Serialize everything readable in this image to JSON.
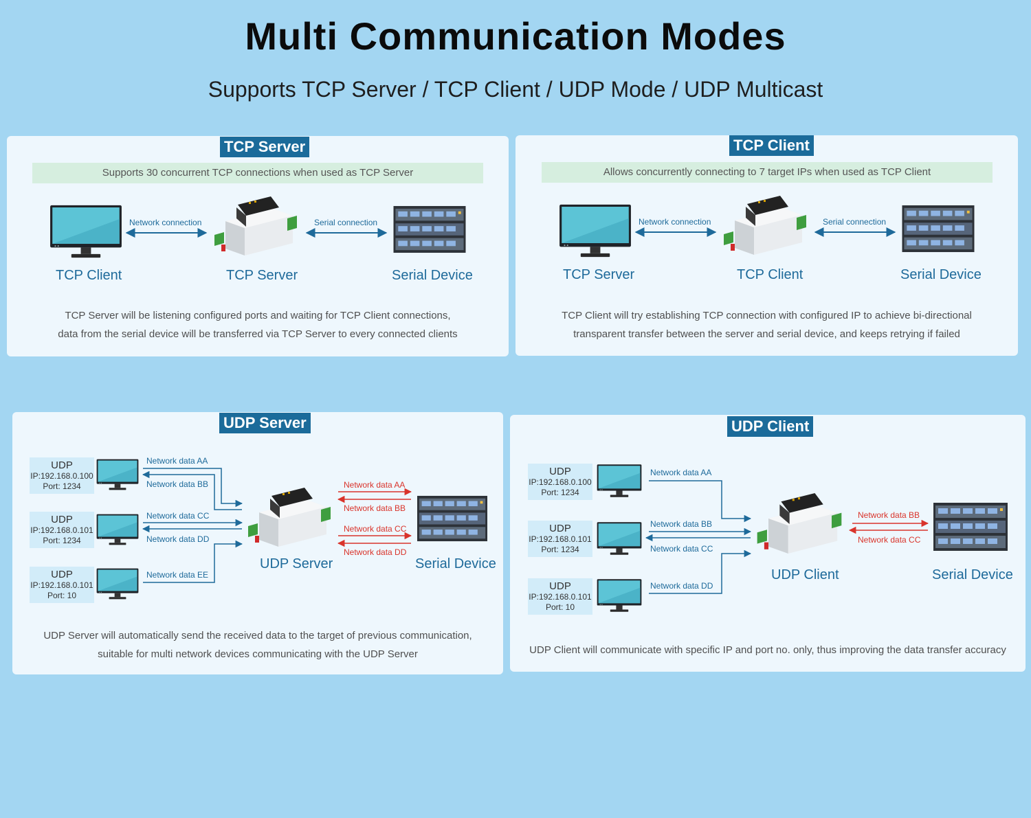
{
  "title": "Multi Communication Modes",
  "subtitle": "Supports TCP Server / TCP Client / UDP Mode / UDP Multicast",
  "colors": {
    "background": "#a3d6f2",
    "badge": "#1b6b9a",
    "blue_arrow": "#1e6a9a",
    "red_arrow": "#d9342b",
    "band": "#d6eedf"
  },
  "icons": {
    "computer": "monitor-icon",
    "converter": "serial-ethernet-converter-icon",
    "serial": "server-rack-icon"
  },
  "tcp_server": {
    "badge": "TCP Server",
    "band": "Supports 30 concurrent TCP connections when used as TCP Server",
    "link_left": "Network connection",
    "link_right": "Serial connection",
    "node_left": "TCP Client",
    "node_mid": "TCP Server",
    "node_right": "Serial Device",
    "desc_1": "TCP Server will be listening configured ports and waiting for TCP Client connections,",
    "desc_2": "data from the serial device will be transferred via TCP Server to every connected clients"
  },
  "tcp_client": {
    "badge": "TCP Client",
    "band": "Allows concurrently connecting to 7 target IPs when used as TCP Client",
    "link_left": "Network connection",
    "link_right": "Serial connection",
    "node_left": "TCP Server",
    "node_mid": "TCP Client",
    "node_right": "Serial Device",
    "desc_1": "TCP Client will try establishing TCP connection with configured IP to achieve bi-directional",
    "desc_2": "transparent transfer between the server and serial device, and keeps retrying if failed"
  },
  "udp_server": {
    "badge": "UDP Server",
    "hosts": [
      {
        "proto": "UDP",
        "ip": "IP:192.168.0.100",
        "port": "Port: 1234"
      },
      {
        "proto": "UDP",
        "ip": "IP:192.168.0.101",
        "port": "Port: 1234"
      },
      {
        "proto": "UDP",
        "ip": "IP:192.168.0.101",
        "port": "Port: 10"
      }
    ],
    "net": [
      "Network data AA",
      "Network data BB",
      "Network data CC",
      "Network data DD",
      "Network data EE"
    ],
    "serial": [
      "Network data AA",
      "Network data BB",
      "Network data CC",
      "Network data DD"
    ],
    "node_mid": "UDP Server",
    "node_right": "Serial Device",
    "desc_1": "UDP Server will automatically send the received data to the target of previous communication,",
    "desc_2": "suitable for multi network devices communicating with the UDP Server"
  },
  "udp_client": {
    "badge": "UDP Client",
    "hosts": [
      {
        "proto": "UDP",
        "ip": "IP:192.168.0.100",
        "port": "Port: 1234"
      },
      {
        "proto": "UDP",
        "ip": "IP:192.168.0.101",
        "port": "Port: 1234"
      },
      {
        "proto": "UDP",
        "ip": "IP:192.168.0.101",
        "port": "Port: 10"
      }
    ],
    "net": [
      "Network data AA",
      "Network data BB",
      "Network data CC",
      "Network data DD"
    ],
    "serial": [
      "Network data BB",
      "Network data CC"
    ],
    "node_mid": "UDP Client",
    "node_right": "Serial Device",
    "desc_1": "UDP Client will communicate with specific IP and port no. only, thus improving the data transfer accuracy"
  }
}
